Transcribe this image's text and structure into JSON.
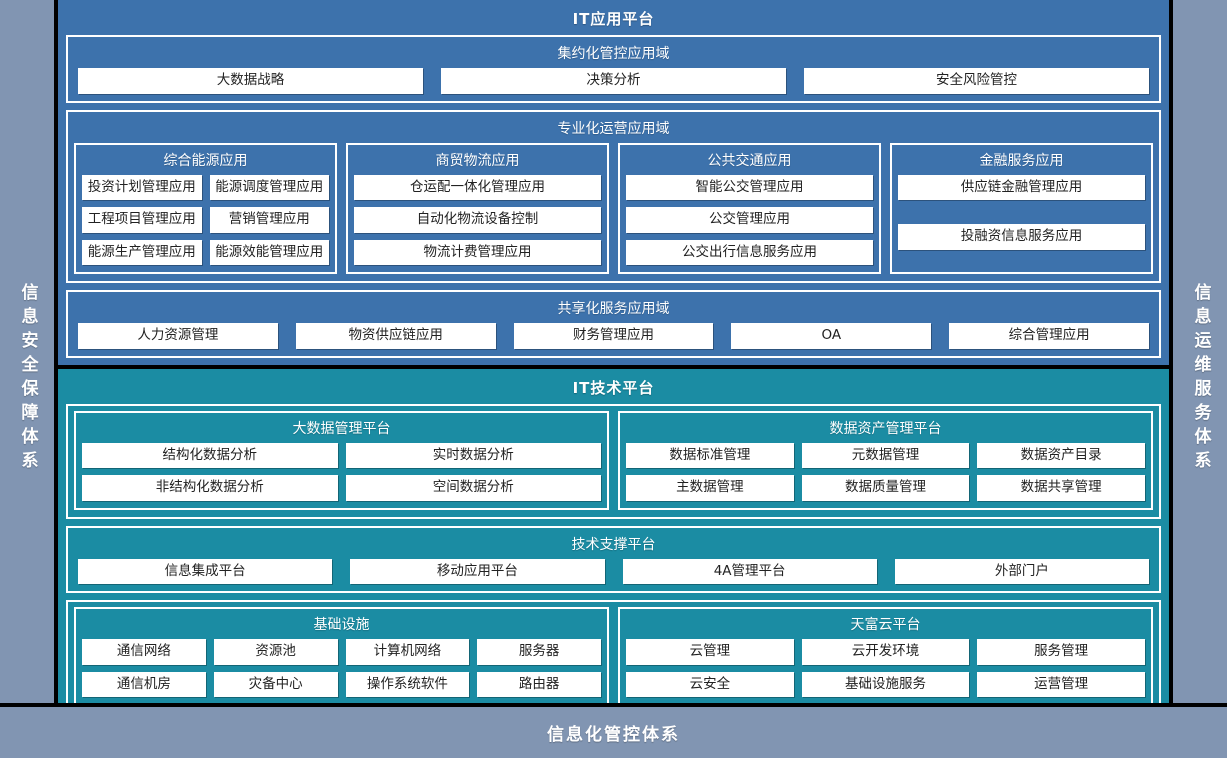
{
  "rails": {
    "left_label": "信息安全保障体系",
    "right_label": "信息运维服务体系"
  },
  "bottom": {
    "label": "信息化管控体系"
  },
  "colors": {
    "application_layer": "#3d72ac",
    "technology_layer": "#1b8ca3",
    "rail": "#8195b2",
    "chip": "#ffffff",
    "divider": "#000000"
  },
  "application_layer": {
    "title": "IT应用平台",
    "domains": [
      {
        "title": "集约化管控应用域",
        "type": "flat",
        "items": [
          "大数据战略",
          "决策分析",
          "安全风险管控"
        ]
      },
      {
        "title": "专业化运营应用域",
        "type": "groups",
        "groups": [
          {
            "title": "综合能源应用",
            "columns": 2,
            "rows": [
              [
                "投资计划管理应用",
                "能源调度管理应用"
              ],
              [
                "工程项目管理应用",
                "营销管理应用"
              ],
              [
                "能源生产管理应用",
                "能源效能管理应用"
              ]
            ]
          },
          {
            "title": "商贸物流应用",
            "columns": 1,
            "rows": [
              [
                "仓运配一体化管理应用"
              ],
              [
                "自动化物流设备控制"
              ],
              [
                "物流计费管理应用"
              ]
            ]
          },
          {
            "title": "公共交通应用",
            "columns": 1,
            "rows": [
              [
                "智能公交管理应用"
              ],
              [
                "公交管理应用"
              ],
              [
                "公交出行信息服务应用"
              ]
            ]
          },
          {
            "title": "金融服务应用",
            "columns": 1,
            "rows": [
              [
                "供应链金融管理应用"
              ],
              [
                ""
              ],
              [
                "投融资信息服务应用"
              ]
            ]
          }
        ]
      },
      {
        "title": "共享化服务应用域",
        "type": "flat",
        "items": [
          "人力资源管理",
          "物资供应链应用",
          "财务管理应用",
          "OA",
          "综合管理应用"
        ]
      }
    ]
  },
  "technology_layer": {
    "title": "IT技术平台",
    "domains": [
      {
        "type": "groups",
        "groups": [
          {
            "title": "大数据管理平台",
            "columns": 2,
            "rows": [
              [
                "结构化数据分析",
                "实时数据分析"
              ],
              [
                "非结构化数据分析",
                "空间数据分析"
              ]
            ]
          },
          {
            "title": "数据资产管理平台",
            "columns": 3,
            "rows": [
              [
                "数据标准管理",
                "元数据管理",
                "数据资产目录"
              ],
              [
                "主数据管理",
                "数据质量管理",
                "数据共享管理"
              ]
            ]
          }
        ]
      },
      {
        "title": "技术支撑平台",
        "type": "flat",
        "items": [
          "信息集成平台",
          "移动应用平台",
          "4A管理平台",
          "外部门户"
        ]
      },
      {
        "type": "groups",
        "groups": [
          {
            "title": "基础设施",
            "columns": 4,
            "rows": [
              [
                "通信网络",
                "资源池",
                "计算机网络",
                "服务器"
              ],
              [
                "通信机房",
                "灾备中心",
                "操作系统软件",
                "路由器"
              ]
            ]
          },
          {
            "title": "天富云平台",
            "columns": 3,
            "rows": [
              [
                "云管理",
                "云开发环境",
                "服务管理"
              ],
              [
                "云安全",
                "基础设施服务",
                "运营管理"
              ]
            ]
          }
        ]
      }
    ]
  }
}
